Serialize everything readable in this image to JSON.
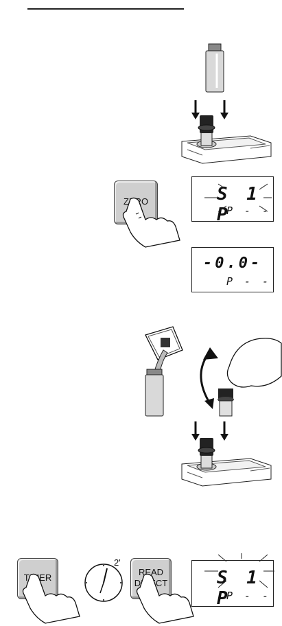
{
  "display_1": {
    "main": "S 1 P",
    "sub": "P - -"
  },
  "display_2": {
    "main": "-0.0-",
    "sub": "P - -"
  },
  "display_3": {
    "main": "S 1 P",
    "sub": "P - -"
  },
  "keys": {
    "zero": "ZERO",
    "timer": "TIMER",
    "read_line1": "READ",
    "read_line2": "DIRECT"
  },
  "timer_label": "2'"
}
